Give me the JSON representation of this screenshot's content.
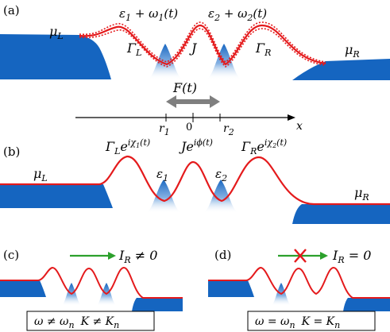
{
  "colors": {
    "reservoir": "#1565c0",
    "barrier": "#e41a1c",
    "force_arrow": "#7f7f7f",
    "current_arrow": "#2ca02c"
  },
  "panel_a": {
    "label": "(a)",
    "left_potential": {
      "sym": "μ",
      "sub": "L"
    },
    "right_potential": {
      "sym": "μ",
      "sub": "R"
    },
    "level1": {
      "eps": "ε",
      "eps_sub": "1",
      "plus": " + ω",
      "omega_sub": "1",
      "arg": "(t)"
    },
    "level2": {
      "eps": "ε",
      "eps_sub": "2",
      "plus": " + ω",
      "omega_sub": "2",
      "arg": "(t)"
    },
    "gamma_left": {
      "sym": "Γ",
      "sub": "L"
    },
    "coupling": "J",
    "gamma_right": {
      "sym": "Γ",
      "sub": "R"
    },
    "force": "F(t)",
    "axis": {
      "r1": "r",
      "r1_sub": "1",
      "zero": "0",
      "r2": "r",
      "r2_sub": "2",
      "x": "x"
    }
  },
  "panel_b": {
    "label": "(b)",
    "left_potential": {
      "sym": "μ",
      "sub": "L"
    },
    "right_potential": {
      "sym": "μ",
      "sub": "R"
    },
    "gamma_left": {
      "sym": "Γ",
      "sub": "L",
      "e": "e",
      "phase": "iχ",
      "phase_sub": "1",
      "arg": "(t)"
    },
    "coupling": {
      "sym": "J",
      "e": "e",
      "phase": "iϕ(t)"
    },
    "gamma_right": {
      "sym": "Γ",
      "sub": "R",
      "e": "e",
      "phase": "iχ",
      "phase_sub": "2",
      "arg": "(t)"
    },
    "eps1": {
      "sym": "ε",
      "sub": "1"
    },
    "eps2": {
      "sym": "ε",
      "sub": "2"
    }
  },
  "panel_c": {
    "label": "(c)",
    "current": {
      "sym": "I",
      "sub": "R",
      "rel": " ≠ 0"
    },
    "condition": {
      "omega": "ω ≠ ω",
      "omega_sub": "n",
      "k": "K ≠ K",
      "k_sub": "n"
    }
  },
  "panel_d": {
    "label": "(d)",
    "current": {
      "sym": "I",
      "sub": "R",
      "rel": " = 0"
    },
    "condition": {
      "omega": "ω = ω",
      "omega_sub": "n",
      "k": "K = K",
      "k_sub": "n"
    }
  }
}
